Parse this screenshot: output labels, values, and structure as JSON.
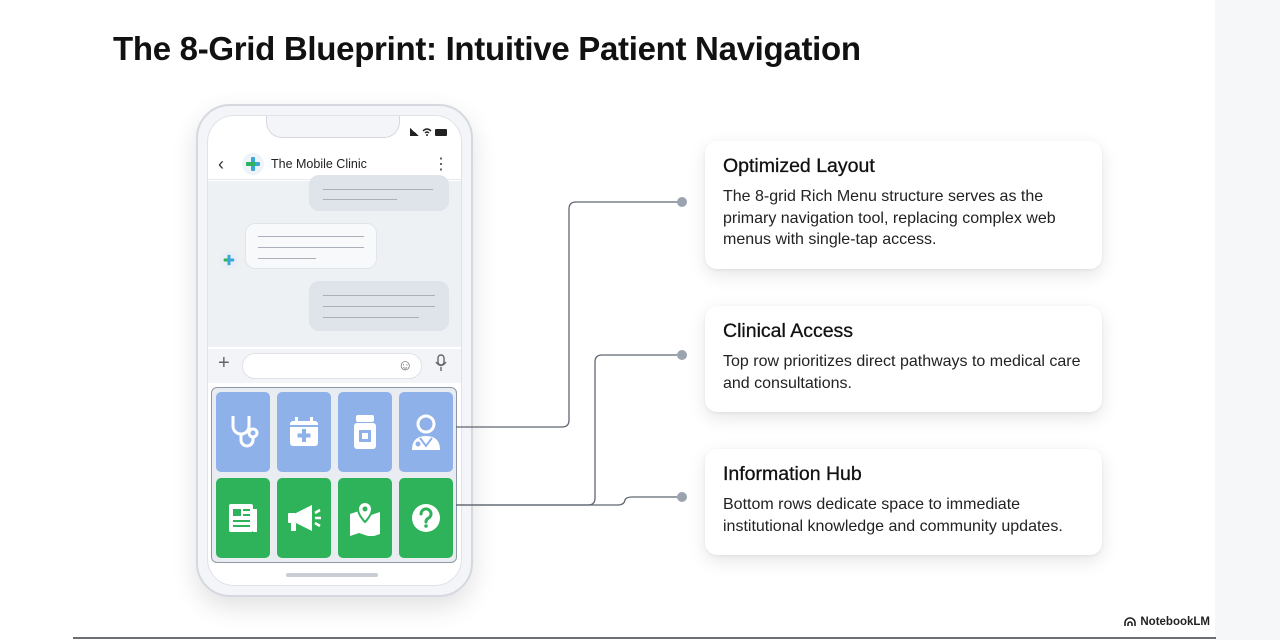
{
  "slide": {
    "title": "The 8-Grid Blueprint: Intuitive Patient Navigation"
  },
  "phone": {
    "header": {
      "title": "The Mobile Clinic"
    },
    "rich_menu": {
      "top_row": [
        {
          "icon": "stethoscope-icon",
          "color": "#8fb1ea"
        },
        {
          "icon": "calendar-medical-icon",
          "color": "#8fb1ea"
        },
        {
          "icon": "medicine-bottle-icon",
          "color": "#8fb1ea"
        },
        {
          "icon": "doctor-icon",
          "color": "#8fb1ea"
        }
      ],
      "bottom_row": [
        {
          "icon": "newspaper-icon",
          "color": "#2fb35a"
        },
        {
          "icon": "megaphone-icon",
          "color": "#2fb35a"
        },
        {
          "icon": "map-pin-icon",
          "color": "#2fb35a"
        },
        {
          "icon": "help-question-icon",
          "color": "#2fb35a"
        }
      ]
    }
  },
  "cards": [
    {
      "title": "Optimized Layout",
      "body": "The 8-grid Rich Menu structure serves as the primary navigation tool, replacing complex web menus with single-tap access."
    },
    {
      "title": "Clinical Access",
      "body": "Top row prioritizes direct pathways to medical care and consultations."
    },
    {
      "title": "Information Hub",
      "body": "Bottom rows dedicate space to immediate institutional knowledge and community updates."
    }
  ],
  "brand": {
    "name": "NotebookLM"
  }
}
